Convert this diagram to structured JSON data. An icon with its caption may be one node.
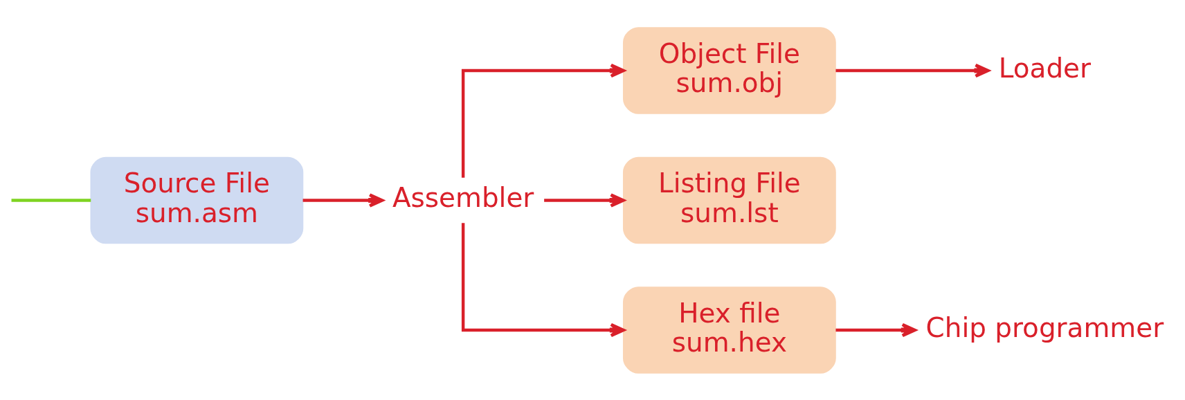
{
  "diagram": {
    "nodes": [
      {
        "text": [
          "Source File",
          "sum.asm"
        ]
      },
      {
        "text": [
          "Assembler"
        ]
      },
      {
        "text": [
          "Object File",
          "sum.obj"
        ]
      },
      {
        "text": [
          "Listing File",
          "sum.lst"
        ]
      },
      {
        "text": [
          "Hex file",
          "sum.hex"
        ]
      },
      {
        "text": [
          "Loader"
        ]
      },
      {
        "text": [
          "Chip programmer"
        ]
      }
    ],
    "edges": [
      {
        "from": null,
        "to": 0,
        "arrow": "none",
        "color": "#7ed321"
      },
      {
        "from": 0,
        "to": 1,
        "arrow": "to"
      },
      {
        "from": 1,
        "to": 2,
        "arrow": "to"
      },
      {
        "from": 1,
        "to": 3,
        "arrow": "to"
      },
      {
        "from": 1,
        "to": 4,
        "arrow": "to"
      },
      {
        "from": 2,
        "to": 5,
        "arrow": "to"
      },
      {
        "from": 4,
        "to": 6,
        "arrow": "to"
      }
    ]
  }
}
